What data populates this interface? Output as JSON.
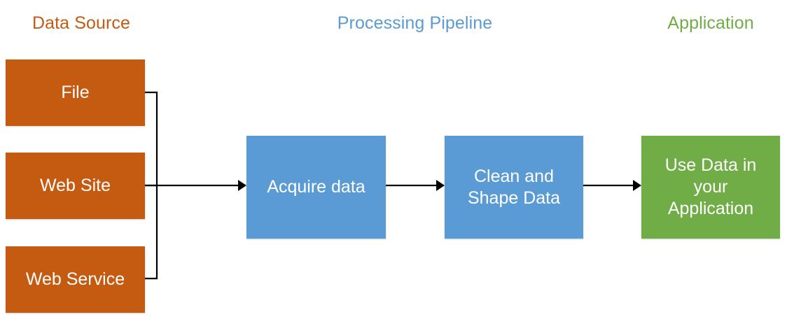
{
  "diagram": {
    "title_row": {
      "data_source": "Data Source",
      "processing_pipeline": "Processing Pipeline",
      "application": "Application"
    },
    "colors": {
      "data_source": "#C55A11",
      "processing": "#5B9BD5",
      "application": "#70AD47",
      "connector": "#000000",
      "node_text": "#FFFFFF",
      "background": "#FFFFFF"
    },
    "nodes": [
      {
        "id": "file",
        "label": "File",
        "group": "Data Source",
        "color": "#C55A11"
      },
      {
        "id": "website",
        "label": "Web Site",
        "group": "Data Source",
        "color": "#C55A11"
      },
      {
        "id": "webservice",
        "label": "Web Service",
        "group": "Data Source",
        "color": "#C55A11"
      },
      {
        "id": "acquire",
        "label": "Acquire data",
        "group": "Processing Pipeline",
        "color": "#5B9BD5"
      },
      {
        "id": "clean",
        "label": "Clean and Shape Data",
        "group": "Processing Pipeline",
        "color": "#5B9BD5"
      },
      {
        "id": "useapp",
        "label": "Use Data in your Application",
        "group": "Application",
        "color": "#70AD47"
      }
    ],
    "node_labels": {
      "file": "File",
      "website": "Web Site",
      "webservice": "Web Service",
      "acquire": "Acquire data",
      "clean_line1": "Clean and",
      "clean_line2": "Shape Data",
      "useapp_line1": "Use Data in",
      "useapp_line2": "your",
      "useapp_line3": "Application"
    },
    "edges": [
      {
        "from": "file",
        "to": "acquire",
        "style": "elbow-bus",
        "arrow": false
      },
      {
        "from": "website",
        "to": "acquire",
        "style": "straight-bus",
        "arrow": false
      },
      {
        "from": "webservice",
        "to": "acquire",
        "style": "elbow-bus",
        "arrow": false
      },
      {
        "from": "bus",
        "to": "acquire",
        "style": "straight",
        "arrow": true
      },
      {
        "from": "acquire",
        "to": "clean",
        "style": "straight",
        "arrow": true
      },
      {
        "from": "clean",
        "to": "useapp",
        "style": "straight",
        "arrow": true
      }
    ]
  }
}
